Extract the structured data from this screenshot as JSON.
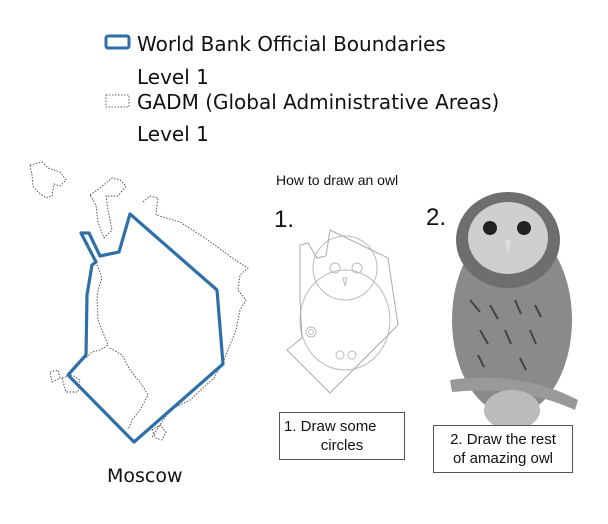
{
  "legend": {
    "items": [
      {
        "label": "World Bank Official Boundaries",
        "sublabel": "Level 1",
        "style": "solid",
        "color": "#2e6fa8"
      },
      {
        "label": "GADM (Global Administrative Areas)",
        "sublabel": "Level 1",
        "style": "dotted",
        "color": "#444444"
      }
    ]
  },
  "map": {
    "city_label": "Moscow"
  },
  "owl_meme": {
    "title": "How to draw an owl",
    "step1": {
      "number": "1.",
      "caption_line1": "1. Draw some",
      "caption_line2": "circles"
    },
    "step2": {
      "number": "2.",
      "caption_line1": "2. Draw the rest",
      "caption_line2": "of amazing owl"
    }
  }
}
